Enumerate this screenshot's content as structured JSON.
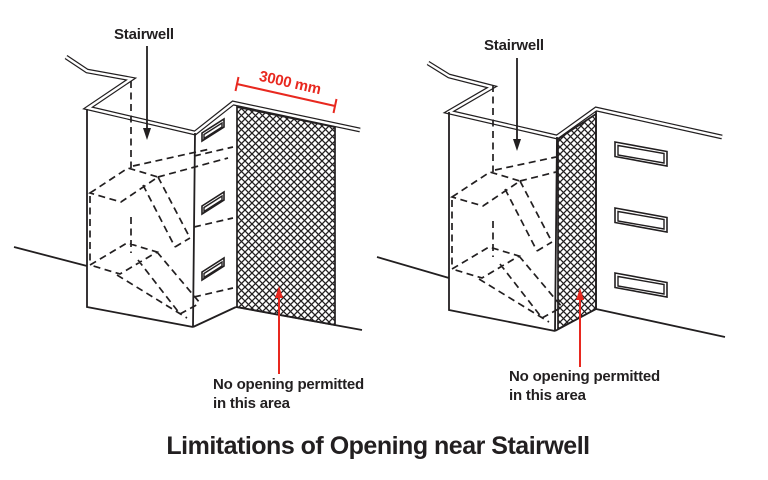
{
  "colors": {
    "ink": "#221f20",
    "accent_red": "#e8281f",
    "background": "#ffffff"
  },
  "title": "Limitations of Opening near Stairwell",
  "left_diagram": {
    "stairwell_label": "Stairwell",
    "dimension_label": "3000 mm",
    "note": {
      "line1": "No opening permitted",
      "line2": "in this area"
    }
  },
  "right_diagram": {
    "stairwell_label": "Stairwell",
    "note": {
      "line1": "No opening permitted",
      "line2": "in this area"
    }
  }
}
